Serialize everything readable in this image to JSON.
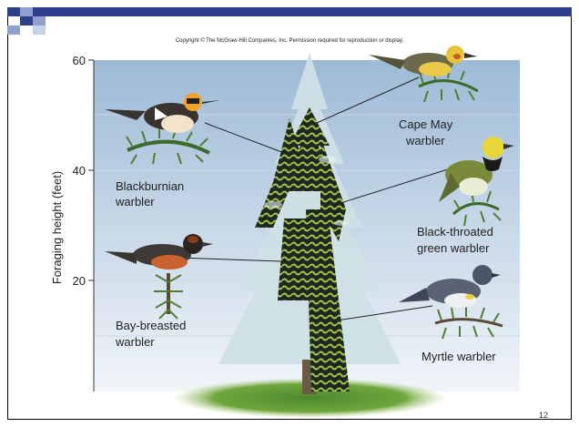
{
  "header": {
    "copyright": "Copyright © The McGraw-Hill Companies, Inc. Permission required for reproduction or display."
  },
  "axis": {
    "ylabel": "Foraging height (feet)",
    "ticks": [
      "60",
      "40",
      "20"
    ]
  },
  "birds": {
    "blackburnian": {
      "line1": "Blackburnian",
      "line2": "warbler"
    },
    "cape_may": {
      "line1": "Cape May",
      "line2": "warbler"
    },
    "black_throated": {
      "line1": "Black-throated",
      "line2": "green warbler"
    },
    "bay_breasted": {
      "line1": "Bay-breasted",
      "line2": "warbler"
    },
    "myrtle": {
      "line1": "Myrtle warbler"
    }
  },
  "footer": {
    "slide_number": "12"
  },
  "colors": {
    "sky_top": "#9dbad6",
    "sky_bottom": "#eef3f8",
    "tree_light": "#cfdfe6",
    "zone_dark": "#1c2a22",
    "zone_moss": "#a9c24a",
    "ground_green": "#4d8a2e"
  }
}
